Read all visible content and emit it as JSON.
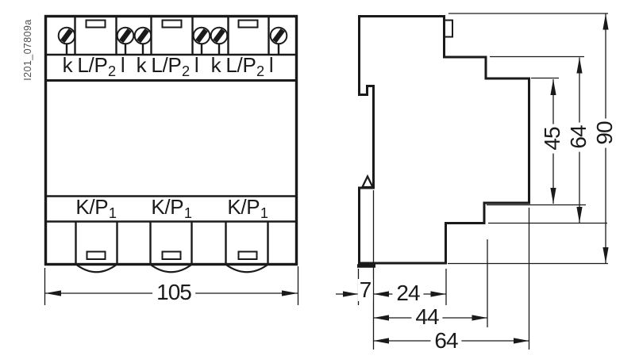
{
  "artifact_label": "I201_07809a",
  "colors": {
    "line": "#1a1a1a",
    "artifact_gray": "#4f4f4f",
    "background": "#ffffff"
  },
  "front_view": {
    "width_dim": "105",
    "secondary_terminals": [
      {
        "k": "k",
        "line_pre": "L/P",
        "line_sub": "2",
        "l": "l"
      },
      {
        "k": "k",
        "line_pre": "L/P",
        "line_sub": "2",
        "l": "l"
      },
      {
        "k": "k",
        "line_pre": "L/P",
        "line_sub": "2",
        "l": "l"
      }
    ],
    "primary_terminals": [
      {
        "pre": "K/P",
        "sub": "1"
      },
      {
        "pre": "K/P",
        "sub": "1"
      },
      {
        "pre": "K/P",
        "sub": "1"
      }
    ]
  },
  "side_view": {
    "horizontal_dims": [
      "7",
      "24",
      "44",
      "64"
    ],
    "vertical_dims": [
      "45",
      "64",
      "90"
    ]
  }
}
